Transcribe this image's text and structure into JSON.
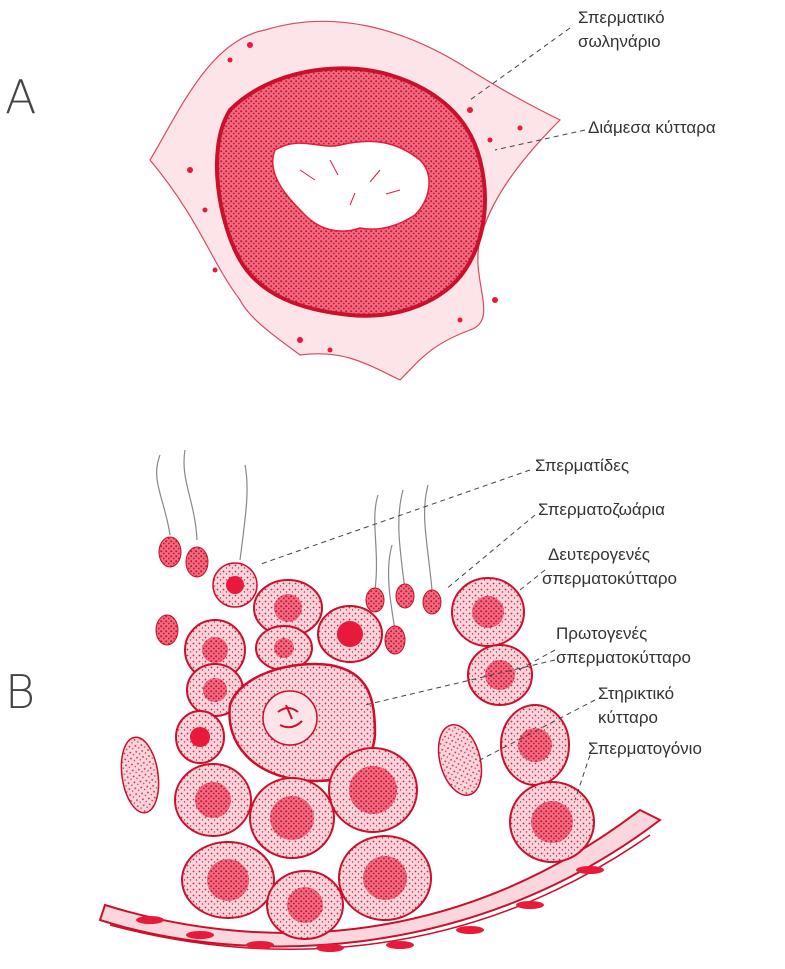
{
  "panels": {
    "a": {
      "letter": "A",
      "labels": {
        "tubule_line1": "Σπερματικό",
        "tubule_line2": "σωληνάριο",
        "interstitial": "Διάμεσα κύτταρα"
      }
    },
    "b": {
      "letter": "B",
      "labels": {
        "spermatids": "Σπερματίδες",
        "spermatozoa": "Σπερματοζωάρια",
        "secondary_line1": "Δευτερογενές",
        "secondary_line2": "σπερματοκύτταρο",
        "primary_line1": "Πρωτογενές",
        "primary_line2": "σπερματοκύτταρο",
        "sertoli_line1": "Στηρικτικό",
        "sertoli_line2": "κύτταρο",
        "spermatogonium": "Σπερματογόνιο"
      }
    }
  },
  "colors": {
    "stain": "#e8193a",
    "stain_light": "#f7b3bf",
    "ink": "#333333",
    "background": "#ffffff"
  }
}
